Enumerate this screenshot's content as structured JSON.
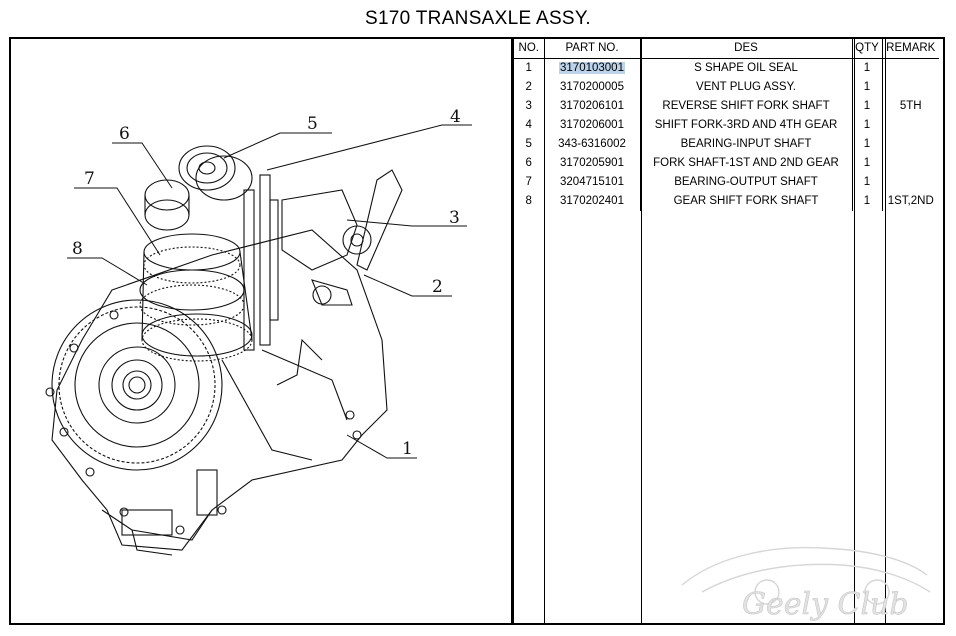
{
  "title": "S170 TRANSAXLE ASSY.",
  "table": {
    "headers": [
      "NO.",
      "PART NO.",
      "DES",
      "QTY",
      "REMARK"
    ],
    "rows": [
      {
        "no": "1",
        "part_no": "3170103001",
        "des": "S SHAPE OIL SEAL",
        "qty": "1",
        "remark": ""
      },
      {
        "no": "2",
        "part_no": "3170200005",
        "des": "VENT PLUG ASSY.",
        "qty": "1",
        "remark": ""
      },
      {
        "no": "3",
        "part_no": "3170206101",
        "des": "REVERSE SHIFT FORK SHAFT",
        "qty": "1",
        "remark": "5TH"
      },
      {
        "no": "4",
        "part_no": "3170206001",
        "des": "SHIFT FORK-3RD AND 4TH GEAR",
        "qty": "1",
        "remark": ""
      },
      {
        "no": "5",
        "part_no": "343-6316002",
        "des": "BEARING-INPUT SHAFT",
        "qty": "1",
        "remark": ""
      },
      {
        "no": "6",
        "part_no": "3170205901",
        "des": "FORK SHAFT-1ST AND 2ND GEAR",
        "qty": "1",
        "remark": ""
      },
      {
        "no": "7",
        "part_no": "3204715101",
        "des": "BEARING-OUTPUT SHAFT",
        "qty": "1",
        "remark": ""
      },
      {
        "no": "8",
        "part_no": "3170202401",
        "des": "GEAR SHIFT FORK SHAFT",
        "qty": "1",
        "remark": "1ST,2ND"
      }
    ]
  },
  "callouts": [
    "1",
    "2",
    "3",
    "4",
    "5",
    "6",
    "7",
    "8"
  ],
  "watermark": "Geely Club",
  "colors": {
    "highlight": "#bcd3ea",
    "line": "#000000"
  }
}
